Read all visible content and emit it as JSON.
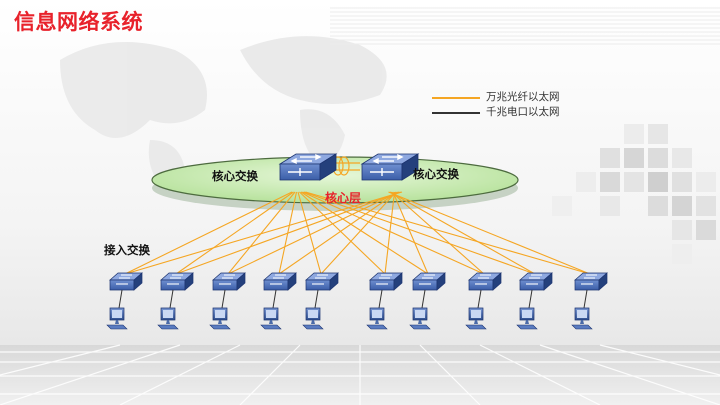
{
  "title": "信息网络系统",
  "legend": [
    {
      "label": "万兆光纤以太网",
      "color": "#f5a623",
      "icon": "fiber-line"
    },
    {
      "label": "千兆电口以太网",
      "color": "#333333",
      "icon": "copper-line"
    }
  ],
  "core": {
    "left_label": "核心交换",
    "right_label": "核心交换",
    "layer_label": "核心层",
    "ellipse_color": "#c9ebb4"
  },
  "access_label": "接入交换",
  "access_switch_count": 10,
  "colors": {
    "title": "#e8222b",
    "fiber": "#f5a623",
    "switch_body": "#2f5597",
    "pc": "#3a5fa0"
  }
}
